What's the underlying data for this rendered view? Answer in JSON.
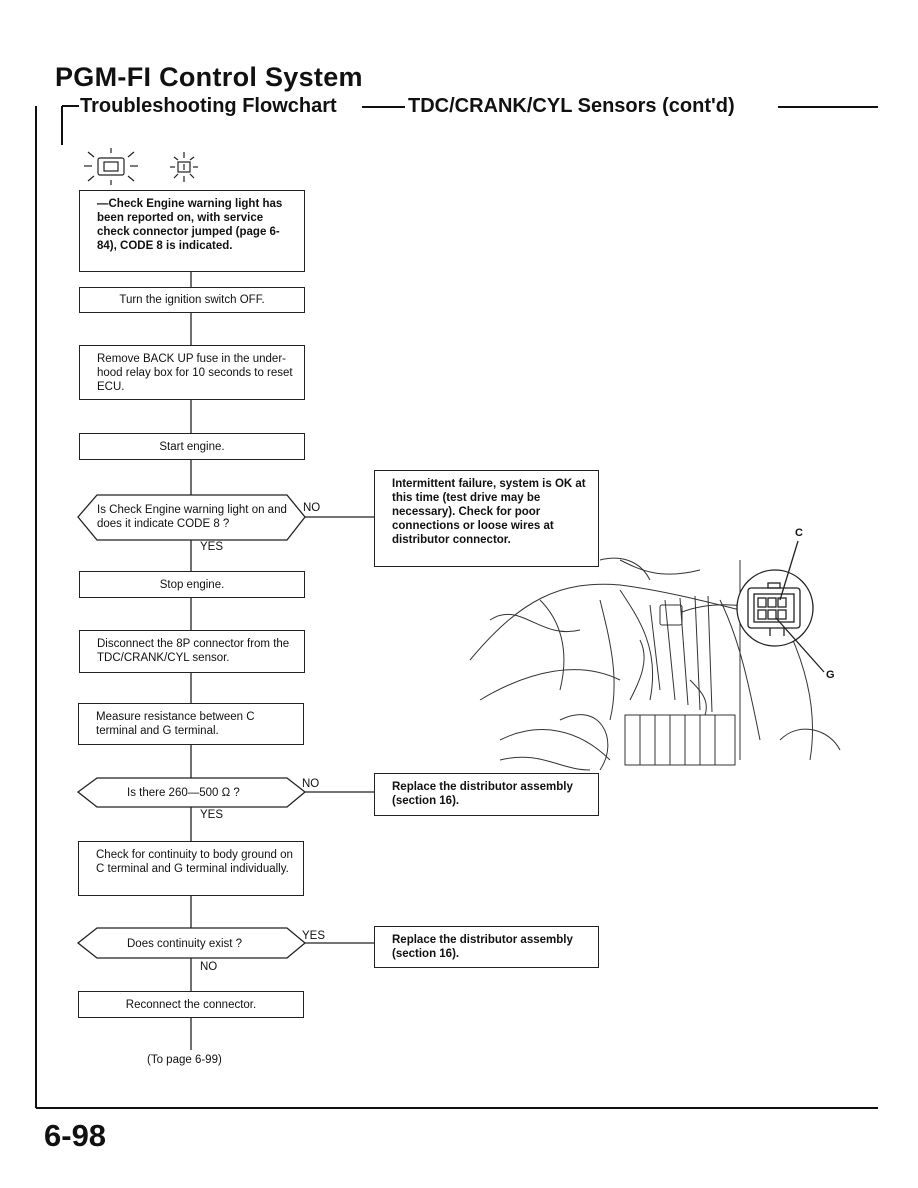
{
  "header": {
    "title": "PGM-FI Control System",
    "subtitle": "Troubleshooting Flowchart",
    "section": "TDC/CRANK/CYL Sensors (cont'd)"
  },
  "flow": {
    "start_note": "—Check Engine warning light has been reported on, with service check connector jumped (page 6-84), CODE 8 is indicated.",
    "step_ignition_off": "Turn the ignition switch OFF.",
    "step_remove_fuse": "Remove BACK UP fuse in the under-hood relay box for 10 seconds to reset ECU.",
    "step_start_engine": "Start engine.",
    "decision_light": "Is Check Engine warning light on and does it indicate CODE 8 ?",
    "result_intermittent": "Intermittent failure, system is OK at this time (test drive may be necessary). Check for poor connections or loose wires at distributor connector.",
    "step_stop_engine": "Stop engine.",
    "step_disconnect": "Disconnect the 8P connector from the TDC/CRANK/CYL sensor.",
    "step_measure": "Measure resistance between C terminal and G terminal.",
    "decision_resistance": "Is there 260—500 Ω ?",
    "result_replace_1": "Replace the distributor assembly (section 16).",
    "step_continuity": "Check for continuity to body ground on C terminal and G terminal individually.",
    "decision_continuity": "Does continuity exist ?",
    "result_replace_2": "Replace the distributor assembly (section 16).",
    "step_reconnect": "Reconnect the connector.",
    "to_page": "(To page 6-99)"
  },
  "labels": {
    "yes": "YES",
    "no": "NO"
  },
  "diagram": {
    "callout_c": "C",
    "callout_g": "G"
  },
  "footer": {
    "page_number": "6-98"
  }
}
